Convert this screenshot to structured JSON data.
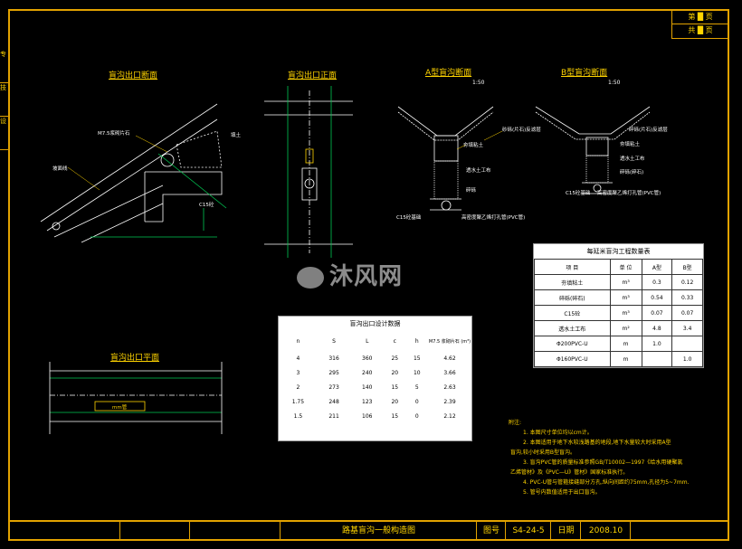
{
  "page_box": {
    "row1": "第 █ 页",
    "row2": "共 █ 页"
  },
  "left_tabs": [
    "专",
    "技",
    "设"
  ],
  "views": {
    "outlet_section": "盲沟出口断面",
    "outlet_front": "盲沟出口正面",
    "a_section": "A型盲沟断面",
    "a_scale": "1:50",
    "b_section": "B型盲沟断面",
    "b_scale": "1:50",
    "outlet_plan": "盲沟出口平面"
  },
  "labels": {
    "mortar_stone": "M7.5浆砌片石",
    "fill": "填土",
    "slope": "坡面线",
    "c15": "C15砼",
    "a_top": "砂砾(片石)反滤层",
    "a_clay": "夯填粘土",
    "a_geotex": "透水土工布",
    "a_gravel": "碎砾",
    "a_c15": "C15砼基础",
    "a_pipe": "高密度聚乙烯打孔管(PVC管)",
    "b_top": "碎砾(片石)反滤层",
    "b_clay": "夯填粘土",
    "b_geotex": "透水土工布",
    "b_gravel": "碎砾(碎石)",
    "b_c15": "C15砼基础",
    "b_pipe": "高密度聚乙烯打孔管(PVC管)",
    "plan_mark": "mm管"
  },
  "design_table": {
    "title": "盲沟出口设计数据",
    "headers": [
      "n",
      "S",
      "L",
      "c",
      "h",
      "M7.5 浆砌片石 (m³)"
    ],
    "rows": [
      [
        "4",
        "316",
        "360",
        "25",
        "15",
        "4.62"
      ],
      [
        "3",
        "295",
        "240",
        "20",
        "10",
        "3.66"
      ],
      [
        "2",
        "273",
        "140",
        "15",
        "5",
        "2.63"
      ],
      [
        "1.75",
        "248",
        "123",
        "20",
        "0",
        "2.39"
      ],
      [
        "1.5",
        "211",
        "106",
        "15",
        "0",
        "2.12"
      ]
    ]
  },
  "qty_table": {
    "title": "每延米盲沟工程数量表",
    "headers": [
      "项 目",
      "单 位",
      "A型",
      "B型"
    ],
    "rows": [
      [
        "夯填粘土",
        "m³",
        "0.3",
        "0.12"
      ],
      [
        "碎砾(碎石)",
        "m³",
        "0.54",
        "0.33"
      ],
      [
        "C15砼",
        "m³",
        "0.07",
        "0.07"
      ],
      [
        "透水土工布",
        "m²",
        "4.8",
        "3.4"
      ],
      [
        "Φ200PVC-U",
        "m",
        "1.0",
        ""
      ],
      [
        "Φ160PVC-U",
        "m",
        "",
        "1.0"
      ]
    ]
  },
  "notes": {
    "title": "附注:",
    "lines": [
      "1. 本图尺寸单位均以cm计。",
      "2. 本图适用于地下水较浅路基的地段,地下水量较大时采用A型",
      "盲沟,较小时采用B型盲沟。",
      "3. 盲沟PVC管的质量标准参照GB/T10002—1997《给水用硬聚氯",
      "乙烯管材》及《PVC—U》管材》国家标准执行。",
      "4. PVC-U管与管箍接缝部分方孔,纵向间距约75mm,孔径为5~7mm.",
      "5. 管号内数值适用于出口盲沟。"
    ]
  },
  "title_block": {
    "drawing_title": "路基盲沟一般构造图",
    "drawing_no_label": "图号",
    "drawing_no": "S4-24-5",
    "date_label": "日期",
    "date": "2008.10"
  },
  "watermark": "沐风网",
  "colors": {
    "frame": "#e2a200",
    "text": "#ffd400",
    "line": "#ffffff",
    "accent": "#00c853"
  }
}
